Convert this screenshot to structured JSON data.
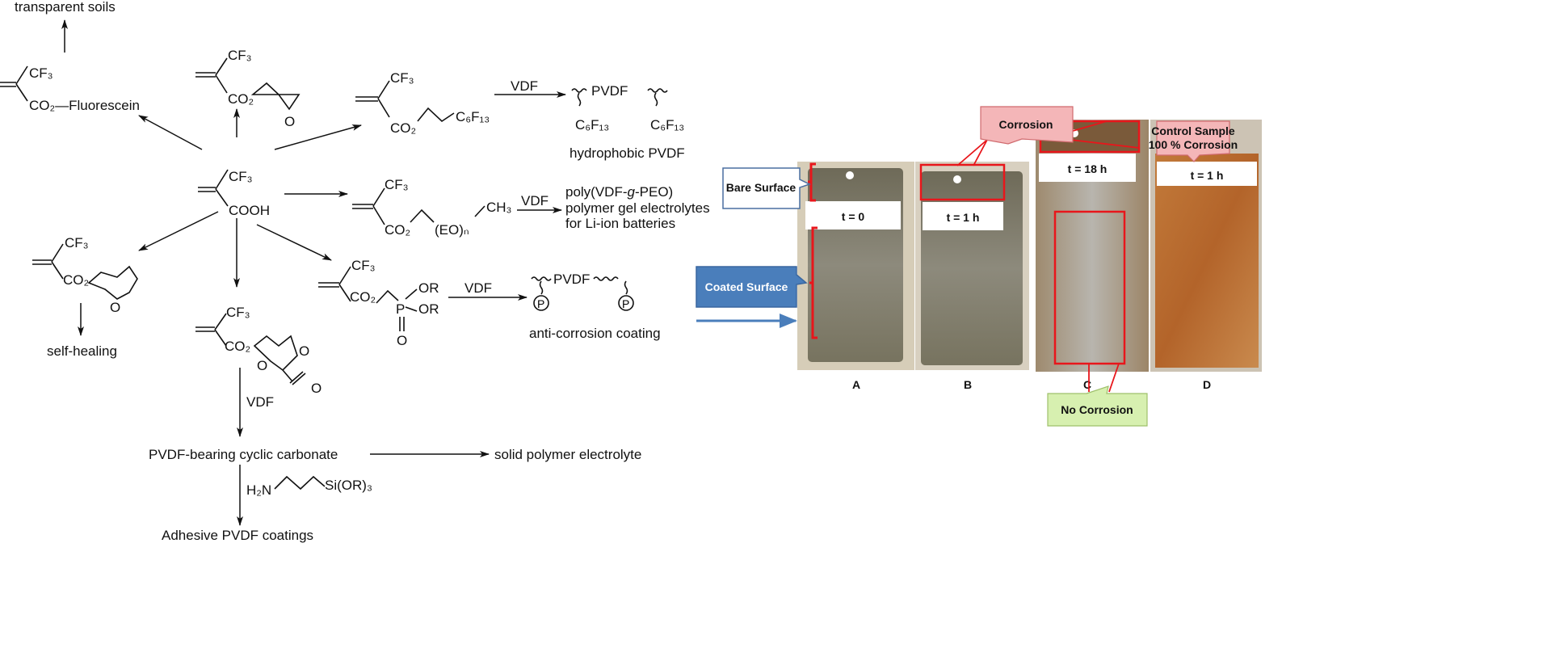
{
  "scheme": {
    "center": {
      "cf3": "CF₃",
      "acid": "COOH"
    },
    "fluorescein": {
      "cf3": "CF₃",
      "ester": "CO₂—Fluorescein",
      "application": "transparent soils"
    },
    "epoxide": {
      "cf3": "CF₃",
      "ester": "CO₂",
      "o": "O"
    },
    "perfluoro": {
      "cf3": "CF₃",
      "ester": "CO₂",
      "chain": "C₆F₁₃",
      "reagent": "VDF",
      "polymer": "PVDF",
      "sub1": "C₆F₁₃",
      "sub2": "C₆F₁₃",
      "application": "hydrophobic PVDF"
    },
    "peo": {
      "cf3": "CF₃",
      "ester": "CO₂",
      "eo": "(EO)ₙ",
      "ch3": "CH₃",
      "reagent": "VDF",
      "app_line1": "poly(VDF-",
      "app_g": "g",
      "app_line1b": "-PEO)",
      "app_line2": "polymer gel electrolytes",
      "app_line3": "for Li-ion batteries"
    },
    "furan": {
      "cf3": "CF₃",
      "ester": "CO₂",
      "o": "O",
      "application": "self-healing"
    },
    "phosphonate": {
      "cf3": "CF₃",
      "ester": "CO₂",
      "p": "P",
      "or1": "OR",
      "or2": "OR",
      "o": "O",
      "reagent": "VDF",
      "polymer": "PVDF",
      "p1": "P",
      "p2": "P",
      "application": "anti-corrosion coating"
    },
    "carbonate": {
      "cf3": "CF₃",
      "ester": "CO₂",
      "o1": "O",
      "o2": "O",
      "o3": "O",
      "reagent": "VDF",
      "product": "PVDF-bearing cyclic carbonate",
      "application": "solid polymer electrolyte",
      "amine_h2n": "H₂N",
      "amine_si": "Si(OR)₃",
      "adhesive": "Adhesive PVDF coatings"
    }
  },
  "photos": {
    "panels": [
      {
        "label": "A",
        "time": "t = 0"
      },
      {
        "label": "B",
        "time": "t = 1 h"
      },
      {
        "label": "C",
        "time": "t = 18 h"
      },
      {
        "label": "D",
        "time": "t = 1 h"
      }
    ],
    "callouts": {
      "bare": "Bare Surface",
      "coated": "Coated Surface",
      "corrosion": "Corrosion",
      "control_line1": "Control Sample",
      "control_line2": "100 % Corrosion",
      "no_corrosion": "No Corrosion"
    },
    "colors": {
      "bracket": "#e8161b",
      "blue_callout": "#4a7ebb",
      "pink_callout": "#f4b6b8",
      "green_callout": "#d7f0b0",
      "rust": "#b86a2c"
    }
  }
}
